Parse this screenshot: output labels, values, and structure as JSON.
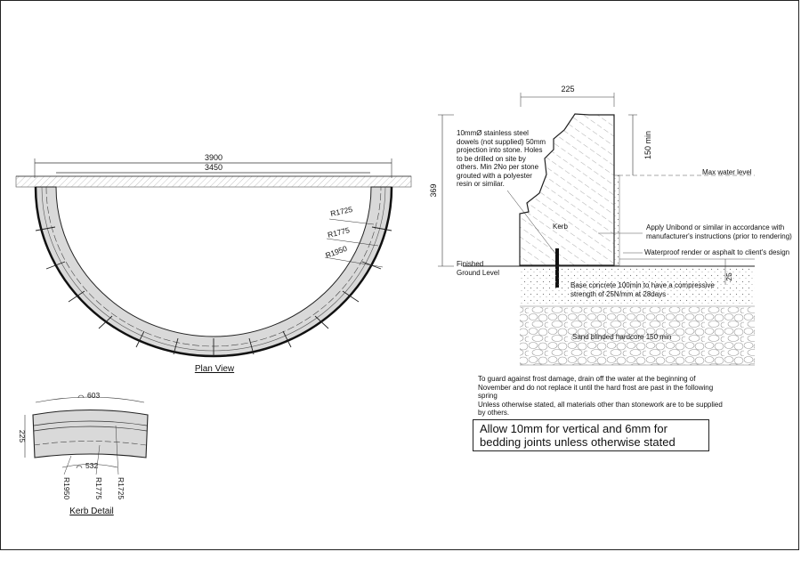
{
  "plan": {
    "dim_overall": "3900",
    "dim_inner": "3450",
    "title": "Plan View",
    "radius_1": "R1725",
    "radius_2": "R1775",
    "radius_3": "R1950"
  },
  "kerb_detail": {
    "title": "Kerb Detail",
    "arc_top": "603",
    "arc_bottom": "532",
    "width": "225",
    "radius_1": "R1950",
    "radius_2": "R1775",
    "radius_3": "R1725"
  },
  "section": {
    "dim_top_width": "225",
    "dim_height": "369",
    "dim_projection": "150  min",
    "dim_render": "25",
    "label_kerb": "Kerb",
    "label_water": "Max water level",
    "label_ground": "Finished\nGround Level",
    "label_unibond": "Apply Unibond or similar in accordance with\nmanufacturer's instructions (prior to rendering)",
    "label_render": "Waterproof render or asphalt to client's design",
    "label_concrete": "Base concrete 100min to have a compressive\nstrength of 25N/mm at 28days",
    "label_hardcore": "Sand blinded hardcore 150 min",
    "dowel_note": "10mmØ stainless steel\ndowels (not supplied) 50mm\nprojection into stone. Holes\nto be drilled on site by\nothers. Min 2No per stone\ngrouted with a polyester\nresin or similar."
  },
  "notes": {
    "frost": "To guard against frost damage, drain off the water at the beginning of\nNovember and do not replace it until the hard frost are past in the following\nspring\nUnless otherwise stated, all materials other than stonework are to be supplied\nby others.",
    "joints": "Allow 10mm for vertical and 6mm for\nbedding joints unless otherwise stated"
  }
}
